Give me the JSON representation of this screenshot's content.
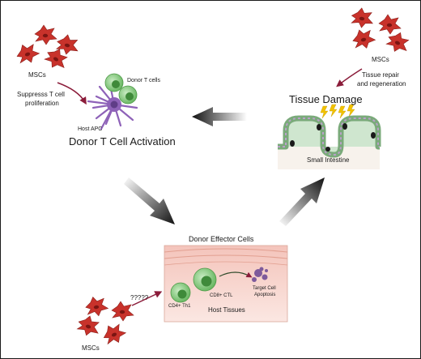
{
  "panels": {
    "top_left": {
      "msc_label": "MSCs",
      "effect_line1": "Suppresss T cell",
      "effect_line2": "proliferation",
      "donor_t_cells_label": "Donor T cells",
      "host_apc_label": "Host APC",
      "title": "Donor T Cell Activation"
    },
    "top_right": {
      "msc_label": "MSCs",
      "effect_line1": "Tissue repair",
      "effect_line2": "and regeneration",
      "title": "Tissue Damage",
      "intestine_label": "Small Intestine"
    },
    "bottom": {
      "title": "Donor Effector Cells",
      "cd8_label": "CD8+ CTL",
      "cd4_label": "CD4+ Th1",
      "target_line1": "Target Cell",
      "target_line2": "Apoptosis",
      "tissue_label": "Host Tissues",
      "msc_label": "MSCs",
      "unknown_effect": "?????"
    }
  },
  "colors": {
    "msc_red": "#c8322b",
    "msc_nucleus": "#7a1512",
    "tcell_green": "#7cc576",
    "apc_purple": "#8e62b8",
    "arrow_maroon": "#8b1c3a",
    "tissue_pink": "#f3c7bd",
    "flow_arrow": "#1a1a1a"
  }
}
